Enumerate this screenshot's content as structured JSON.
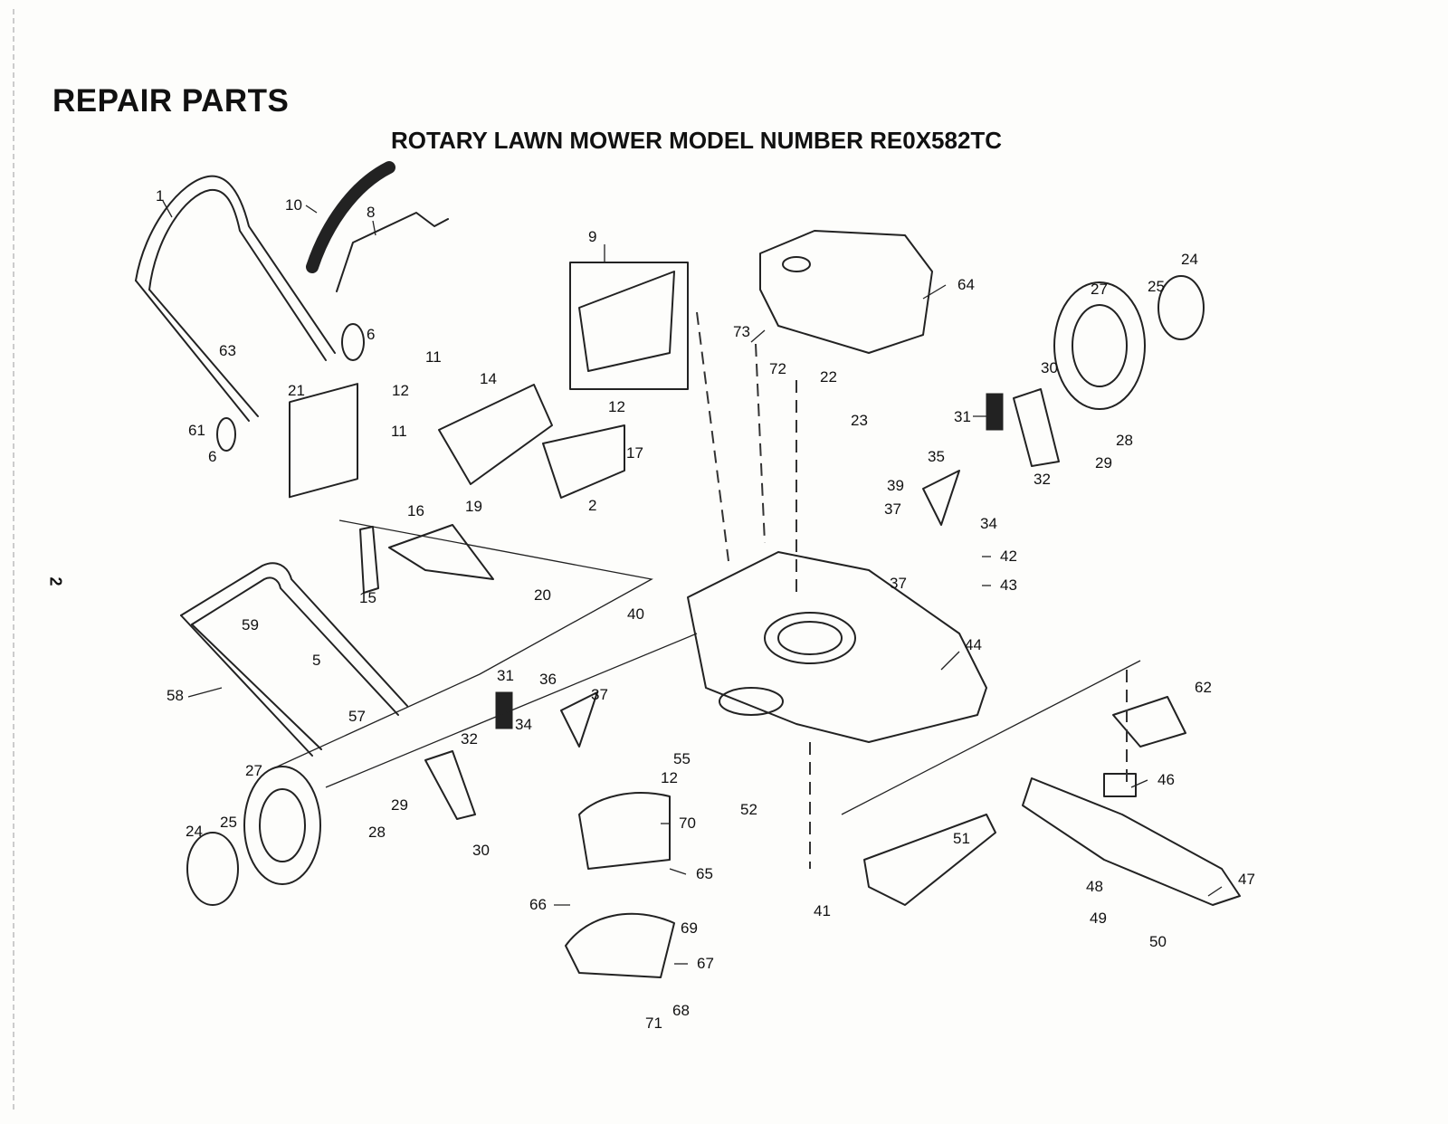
{
  "header": {
    "title": "REPAIR PARTS",
    "subtitle": "ROTARY LAWN MOWER MODEL NUMBER  RE0X582TC",
    "page_number": "2"
  },
  "callouts": [
    "1",
    "2",
    "5",
    "6",
    "8",
    "9",
    "10",
    "11",
    "12",
    "14",
    "15",
    "16",
    "17",
    "19",
    "20",
    "21",
    "22",
    "23",
    "24",
    "25",
    "27",
    "28",
    "29",
    "30",
    "31",
    "32",
    "34",
    "35",
    "36",
    "37",
    "39",
    "40",
    "41",
    "42",
    "43",
    "44",
    "46",
    "47",
    "48",
    "49",
    "50",
    "51",
    "52",
    "55",
    "57",
    "58",
    "59",
    "61",
    "62",
    "63",
    "64",
    "65",
    "66",
    "67",
    "68",
    "69",
    "70",
    "71",
    "72",
    "73"
  ]
}
